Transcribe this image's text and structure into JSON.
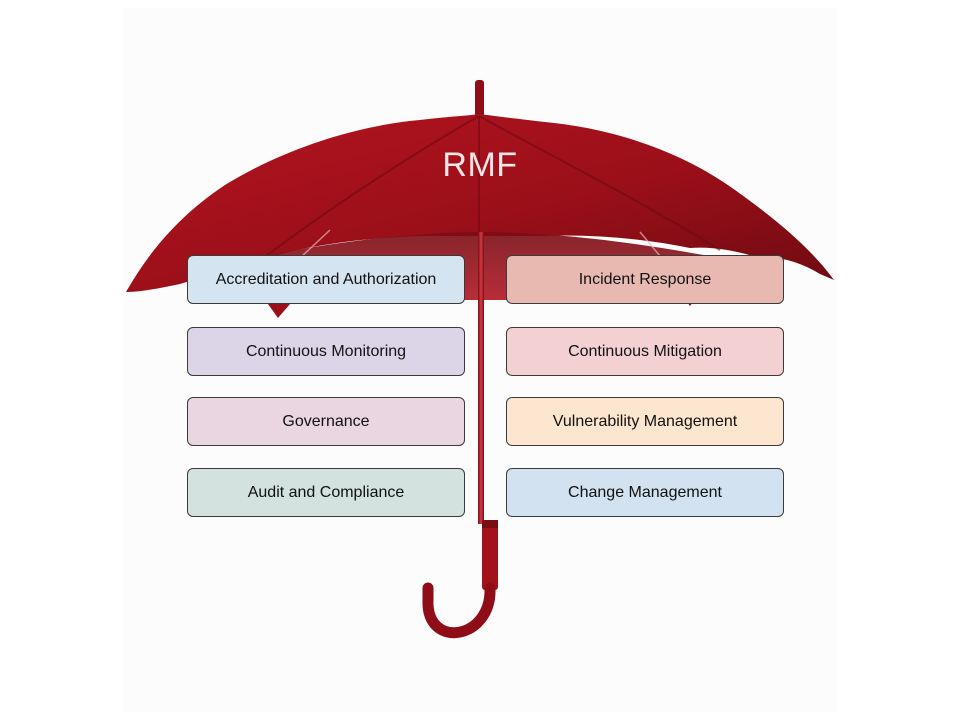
{
  "title": "RMF",
  "colors": {
    "canopy": "#a3111b",
    "canopy_dark": "#6e0a12",
    "title_text": "#f6e6e8"
  },
  "items": [
    {
      "label": "Accreditation and Authorization",
      "color": "#d4e4f1"
    },
    {
      "label": "Incident Response",
      "color": "#e7b9b1"
    },
    {
      "label": "Continuous Monitoring",
      "color": "#dcd5e8"
    },
    {
      "label": "Continuous Mitigation",
      "color": "#f3d1d2"
    },
    {
      "label": "Governance",
      "color": "#ead6e0"
    },
    {
      "label": "Vulnerability Management",
      "color": "#fde6cf"
    },
    {
      "label": "Audit and Compliance",
      "color": "#d3e2df"
    },
    {
      "label": "Change Management",
      "color": "#d3e2f1"
    }
  ]
}
